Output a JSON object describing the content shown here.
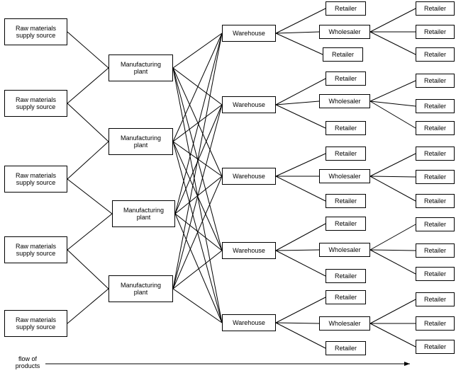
{
  "diagram": {
    "raw_sources": [
      {
        "id": "r1",
        "label": "Raw materials\nsupply source"
      },
      {
        "id": "r2",
        "label": "Raw materials\nsupply source"
      },
      {
        "id": "r3",
        "label": "Raw materials\nsupply source"
      },
      {
        "id": "r4",
        "label": "Raw materials\nsupply source"
      },
      {
        "id": "r5",
        "label": "Raw materials\nsupply source"
      }
    ],
    "plants": [
      {
        "id": "m1",
        "label": "Manufacturing\nplant"
      },
      {
        "id": "m2",
        "label": "Manufacturing\nplant"
      },
      {
        "id": "m3",
        "label": "Manufacturing\nplant"
      },
      {
        "id": "m4",
        "label": "Manufacturing\nplant"
      }
    ],
    "warehouses": [
      {
        "id": "w1",
        "label": "Warehouse"
      },
      {
        "id": "w2",
        "label": "Warehouse"
      },
      {
        "id": "w3",
        "label": "Warehouse"
      },
      {
        "id": "w4",
        "label": "Warehouse"
      },
      {
        "id": "w5",
        "label": "Warehouse"
      }
    ],
    "wholesalers": [
      {
        "id": "ws1",
        "label": "Wholesaler"
      },
      {
        "id": "ws2",
        "label": "Wholesaler"
      },
      {
        "id": "ws3",
        "label": "Wholesaler"
      },
      {
        "id": "ws4",
        "label": "Wholesaler"
      },
      {
        "id": "ws5",
        "label": "Wholesaler"
      }
    ],
    "direct_retailers": [
      {
        "id": "rt1a",
        "label": "Retailer"
      },
      {
        "id": "rt1b",
        "label": "Retailer"
      },
      {
        "id": "rt2a",
        "label": "Retailer"
      },
      {
        "id": "rt2b",
        "label": "Retailer"
      },
      {
        "id": "rt3a",
        "label": "Retailer"
      },
      {
        "id": "rt3b",
        "label": "Retailer"
      },
      {
        "id": "rt4a",
        "label": "Retailer"
      },
      {
        "id": "rt4b",
        "label": "Retailer"
      },
      {
        "id": "rt5a",
        "label": "Retailer"
      },
      {
        "id": "rt5b",
        "label": "Retailer"
      }
    ],
    "wholesale_retailers": [
      {
        "id": "rw1a",
        "label": "Retailer"
      },
      {
        "id": "rw1b",
        "label": "Retailer"
      },
      {
        "id": "rw1c",
        "label": "Retailer"
      },
      {
        "id": "rw2a",
        "label": "Retailer"
      },
      {
        "id": "rw2b",
        "label": "Retailer"
      },
      {
        "id": "rw2c",
        "label": "Retailer"
      },
      {
        "id": "rw3a",
        "label": "Retailer"
      },
      {
        "id": "rw3b",
        "label": "Retailer"
      },
      {
        "id": "rw3c",
        "label": "Retailer"
      },
      {
        "id": "rw4a",
        "label": "Retailer"
      },
      {
        "id": "rw4b",
        "label": "Retailer"
      },
      {
        "id": "rw4c",
        "label": "Retailer"
      },
      {
        "id": "rw5a",
        "label": "Retailer"
      },
      {
        "id": "rw5b",
        "label": "Retailer"
      },
      {
        "id": "rw5c",
        "label": "Retailer"
      }
    ],
    "edges": [
      [
        "r1",
        "m1"
      ],
      [
        "r2",
        "m1"
      ],
      [
        "r2",
        "m2"
      ],
      [
        "r3",
        "m2"
      ],
      [
        "r3",
        "m3"
      ],
      [
        "r4",
        "m3"
      ],
      [
        "r4",
        "m4"
      ],
      [
        "r5",
        "m4"
      ],
      [
        "m1",
        "w1"
      ],
      [
        "m1",
        "w2"
      ],
      [
        "m1",
        "w3"
      ],
      [
        "m1",
        "w4"
      ],
      [
        "m1",
        "w5"
      ],
      [
        "m2",
        "w1"
      ],
      [
        "m2",
        "w2"
      ],
      [
        "m2",
        "w3"
      ],
      [
        "m2",
        "w4"
      ],
      [
        "m2",
        "w5"
      ],
      [
        "m3",
        "w1"
      ],
      [
        "m3",
        "w2"
      ],
      [
        "m3",
        "w3"
      ],
      [
        "m3",
        "w4"
      ],
      [
        "m3",
        "w5"
      ],
      [
        "m4",
        "w1"
      ],
      [
        "m4",
        "w2"
      ],
      [
        "m4",
        "w3"
      ],
      [
        "m4",
        "w4"
      ],
      [
        "m4",
        "w5"
      ],
      [
        "w1",
        "rt1a"
      ],
      [
        "w1",
        "ws1"
      ],
      [
        "w1",
        "rt1b"
      ],
      [
        "w2",
        "rt2a"
      ],
      [
        "w2",
        "ws2"
      ],
      [
        "w2",
        "rt2b"
      ],
      [
        "w3",
        "rt3a"
      ],
      [
        "w3",
        "ws3"
      ],
      [
        "w3",
        "rt3b"
      ],
      [
        "w4",
        "rt4a"
      ],
      [
        "w4",
        "ws4"
      ],
      [
        "w4",
        "rt4b"
      ],
      [
        "w5",
        "rt5a"
      ],
      [
        "w5",
        "ws5"
      ],
      [
        "w5",
        "rt5b"
      ],
      [
        "ws1",
        "rw1a"
      ],
      [
        "ws1",
        "rw1b"
      ],
      [
        "ws1",
        "rw1c"
      ],
      [
        "ws2",
        "rw2a"
      ],
      [
        "ws2",
        "rw2b"
      ],
      [
        "ws2",
        "rw2c"
      ],
      [
        "ws3",
        "rw3a"
      ],
      [
        "ws3",
        "rw3b"
      ],
      [
        "ws3",
        "rw3c"
      ],
      [
        "ws4",
        "rw4a"
      ],
      [
        "ws4",
        "rw4b"
      ],
      [
        "ws4",
        "rw4c"
      ],
      [
        "ws5",
        "rw5a"
      ],
      [
        "ws5",
        "rw5b"
      ],
      [
        "ws5",
        "rw5c"
      ]
    ],
    "flow_label": "flow of\nproducts",
    "line_color": "#000000"
  }
}
